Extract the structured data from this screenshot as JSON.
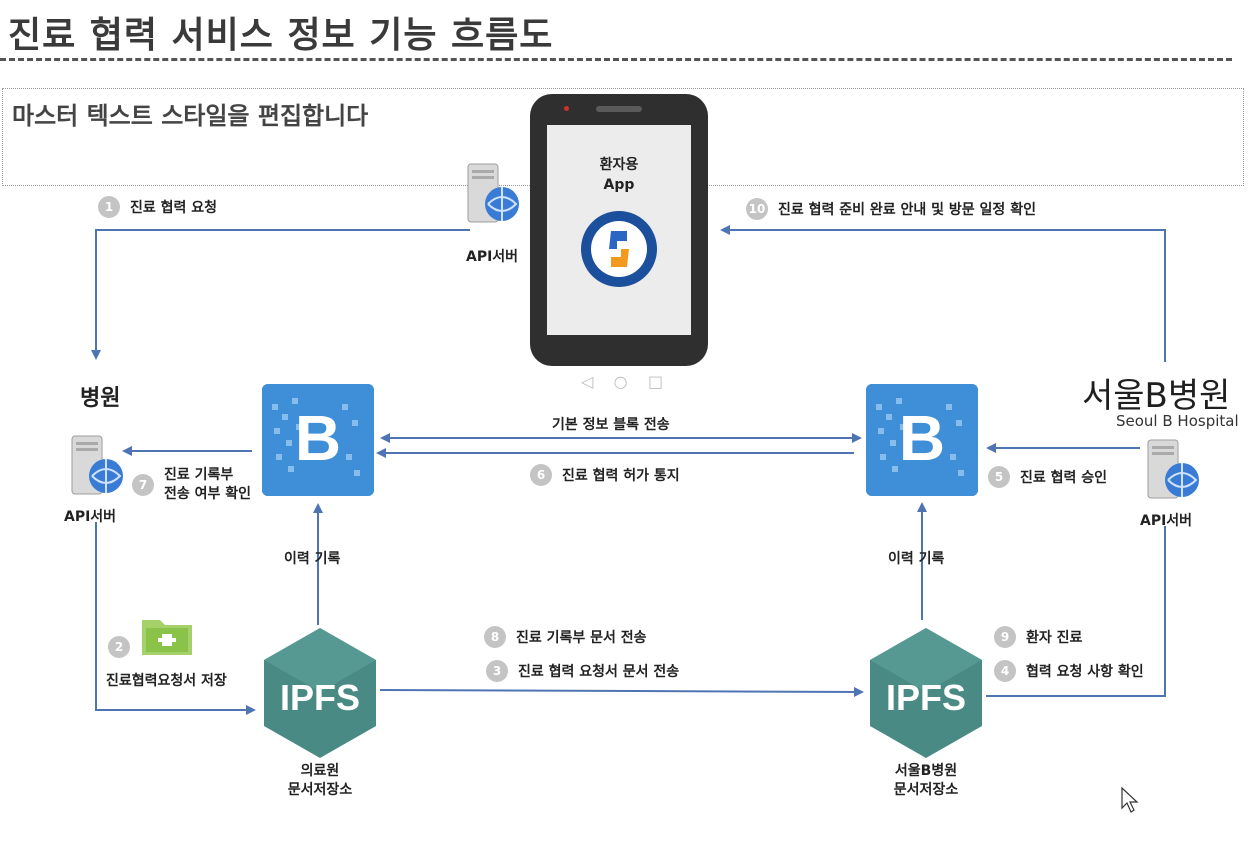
{
  "title": "진료 협력 서비스 정보 기능 흐름도",
  "placeholder": "마스터 텍스트 스타일을 편집합니다",
  "phone": {
    "app_line1": "환자용",
    "app_line2": "App"
  },
  "servers": {
    "label": "API서버"
  },
  "hospital_left": {
    "name": "병원"
  },
  "hospital_right": {
    "name": "서울B병원",
    "name_en": "Seoul B Hospital"
  },
  "steps": {
    "s1": {
      "num": "1",
      "text": "진료 협력 요청"
    },
    "s2": {
      "num": "2",
      "text": "진료협력요청서 저장"
    },
    "s3": {
      "num": "3",
      "text": "진료 협력 요청서 문서 전송"
    },
    "s4": {
      "num": "4",
      "text": "협력 요청 사항 확인"
    },
    "s5": {
      "num": "5",
      "text": "진료 협력 승인"
    },
    "s6": {
      "num": "6",
      "text": "진료 협력 허가 통지"
    },
    "s7": {
      "num": "7",
      "text_line1": "진료 기록부",
      "text_line2": "전송 여부 확인"
    },
    "s8": {
      "num": "8",
      "text": "진료 기록부 문서 전송"
    },
    "s9": {
      "num": "9",
      "text": "환자 진료"
    },
    "s10": {
      "num": "10",
      "text": "진료 협력 준비 완료 안내 및 방문 일정 확인"
    }
  },
  "block_transfer": "기본 정보 블록 전송",
  "history_record": "이력 기록",
  "blockchain_letter": "B",
  "ipfs_label": "IPFS",
  "storage_left": {
    "line1": "의료원",
    "line2": "문서저장소"
  },
  "storage_right": {
    "line1": "서울B병원",
    "line2": "문서저장소"
  },
  "colors": {
    "arrow": "#4f74b3",
    "blockchain": "#3f8fd8",
    "ipfs": "#4a8a84",
    "step_circle": "#c4c4c4",
    "phone_body": "#2f2f2f",
    "folder": "#8bc34a"
  }
}
